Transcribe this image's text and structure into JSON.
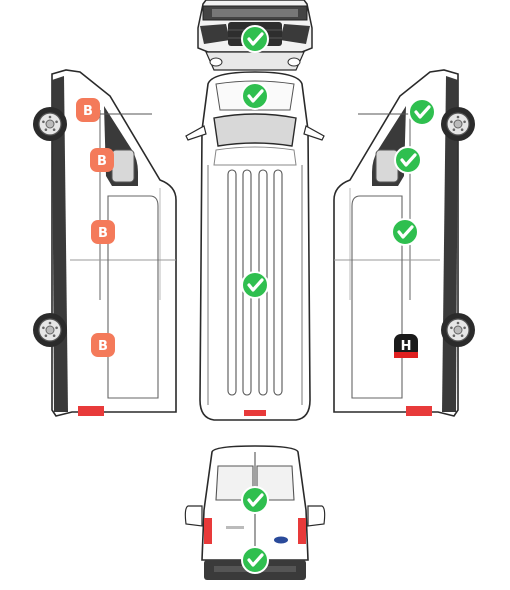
{
  "diagram": {
    "views": [
      "front-view",
      "top-view",
      "left-side-view",
      "right-side-view",
      "rear-view"
    ],
    "colors": {
      "ok": "#2fbf4f",
      "b_badge": "#f47a5a",
      "h_badge": "#1a1a1a",
      "h_accent": "#e02020",
      "outline": "#2a2a2a",
      "tail_light": "#e83a3a",
      "panel": "#ffffff"
    },
    "markers": [
      {
        "id": "front-grille-marker",
        "view": "front",
        "status": "ok",
        "icon": "check-icon"
      },
      {
        "id": "top-cab-roof-marker",
        "view": "top",
        "status": "ok",
        "icon": "check-icon"
      },
      {
        "id": "top-cargo-roof-marker",
        "view": "top",
        "status": "ok",
        "icon": "check-icon"
      },
      {
        "id": "left-front-wheel-marker",
        "view": "left",
        "status": "B",
        "label": "B"
      },
      {
        "id": "left-front-door-marker",
        "view": "left",
        "status": "B",
        "label": "B"
      },
      {
        "id": "left-cargo-side-marker",
        "view": "left",
        "status": "B",
        "label": "B"
      },
      {
        "id": "left-rear-side-marker",
        "view": "left",
        "status": "B",
        "label": "B"
      },
      {
        "id": "right-front-wheel-marker",
        "view": "right",
        "status": "ok",
        "icon": "check-icon"
      },
      {
        "id": "right-front-door-marker",
        "view": "right",
        "status": "ok",
        "icon": "check-icon"
      },
      {
        "id": "right-cargo-side-marker",
        "view": "right",
        "status": "ok",
        "icon": "check-icon"
      },
      {
        "id": "right-rear-side-marker",
        "view": "right",
        "status": "H",
        "label": "H"
      },
      {
        "id": "rear-doors-marker",
        "view": "rear",
        "status": "ok",
        "icon": "check-icon"
      },
      {
        "id": "rear-bumper-marker",
        "view": "rear",
        "status": "ok",
        "icon": "check-icon"
      }
    ]
  }
}
